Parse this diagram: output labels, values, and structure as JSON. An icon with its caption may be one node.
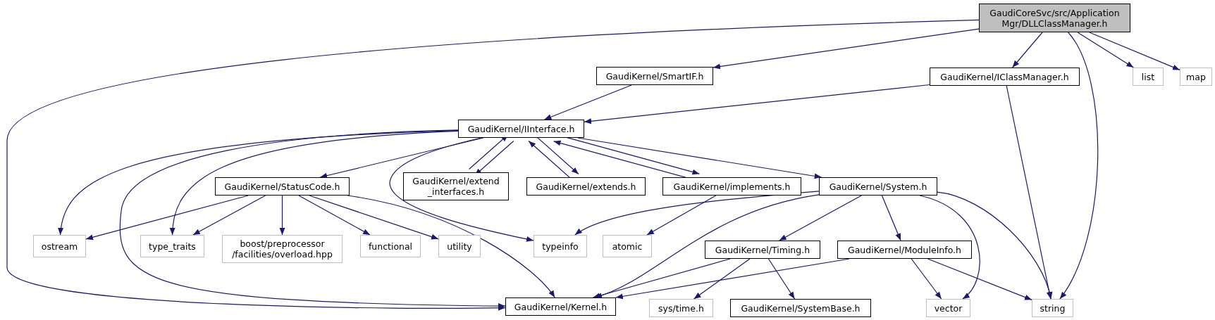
{
  "diagram": {
    "nodes": [
      {
        "text": [
          "GaudiCoreSvc/src/Application Mgr/DLLClassManager.h"
        ]
      },
      {
        "text": [
          "GaudiKernel/SmartIF.h"
        ]
      },
      {
        "text": [
          "GaudiKernel/IClassManager.h"
        ]
      },
      {
        "text": [
          "list"
        ]
      },
      {
        "text": [
          "map"
        ]
      },
      {
        "text": [
          "GaudiKernel/IInterface.h"
        ]
      },
      {
        "text": [
          "GaudiKernel/StatusCode.h"
        ]
      },
      {
        "text": [
          "GaudiKernel/extend _interfaces.h"
        ]
      },
      {
        "text": [
          "GaudiKernel/extends.h"
        ]
      },
      {
        "text": [
          "GaudiKernel/implements.h"
        ]
      },
      {
        "text": [
          "GaudiKernel/System.h"
        ]
      },
      {
        "text": [
          "ostream"
        ]
      },
      {
        "text": [
          "type_traits"
        ]
      },
      {
        "text": [
          "boost/preprocessor /facilities/overload.hpp"
        ]
      },
      {
        "text": [
          "functional"
        ]
      },
      {
        "text": [
          "utility"
        ]
      },
      {
        "text": [
          "typeinfo"
        ]
      },
      {
        "text": [
          "atomic"
        ]
      },
      {
        "text": [
          "GaudiKernel/Timing.h"
        ]
      },
      {
        "text": [
          "GaudiKernel/ModuleInfo.h"
        ]
      },
      {
        "text": [
          "GaudiKernel/Kernel.h"
        ]
      },
      {
        "text": [
          "sys/time.h"
        ]
      },
      {
        "text": [
          "GaudiKernel/SystemBase.h"
        ]
      },
      {
        "text": [
          "vector"
        ]
      },
      {
        "text": [
          "string"
        ]
      }
    ],
    "edges": [
      {
        "from": 0,
        "to": 20,
        "arrow": "to"
      },
      {
        "from": 0,
        "to": 1,
        "arrow": "to"
      },
      {
        "from": 0,
        "to": 2,
        "arrow": "to"
      },
      {
        "from": 0,
        "to": 24,
        "arrow": "to"
      },
      {
        "from": 0,
        "to": 3,
        "arrow": "to"
      },
      {
        "from": 0,
        "to": 4,
        "arrow": "to"
      },
      {
        "from": 1,
        "to": 5,
        "arrow": "to"
      },
      {
        "from": 2,
        "to": 5,
        "arrow": "to"
      },
      {
        "from": 2,
        "to": 24,
        "arrow": "to"
      },
      {
        "from": 5,
        "to": 11,
        "arrow": "to"
      },
      {
        "from": 5,
        "to": 12,
        "arrow": "to"
      },
      {
        "from": 5,
        "to": 20,
        "arrow": "to"
      },
      {
        "from": 5,
        "to": 6,
        "arrow": "to"
      },
      {
        "from": 5,
        "to": 16,
        "arrow": "to"
      },
      {
        "from": 5,
        "to": 7,
        "arrow": "to"
      },
      {
        "from": 7,
        "to": 5,
        "arrow": "to"
      },
      {
        "from": 5,
        "to": 8,
        "arrow": "to"
      },
      {
        "from": 8,
        "to": 5,
        "arrow": "to"
      },
      {
        "from": 5,
        "to": 9,
        "arrow": "to"
      },
      {
        "from": 9,
        "to": 5,
        "arrow": "to"
      },
      {
        "from": 5,
        "to": 10,
        "arrow": "to"
      },
      {
        "from": 6,
        "to": 11,
        "arrow": "to"
      },
      {
        "from": 6,
        "to": 12,
        "arrow": "to"
      },
      {
        "from": 6,
        "to": 13,
        "arrow": "to"
      },
      {
        "from": 6,
        "to": 14,
        "arrow": "to"
      },
      {
        "from": 6,
        "to": 15,
        "arrow": "to"
      },
      {
        "from": 6,
        "to": 20,
        "arrow": "to"
      },
      {
        "from": 9,
        "to": 17,
        "arrow": "to"
      },
      {
        "from": 10,
        "to": 16,
        "arrow": "to"
      },
      {
        "from": 10,
        "to": 20,
        "arrow": "to"
      },
      {
        "from": 10,
        "to": 18,
        "arrow": "to"
      },
      {
        "from": 10,
        "to": 19,
        "arrow": "to"
      },
      {
        "from": 10,
        "to": 23,
        "arrow": "to"
      },
      {
        "from": 10,
        "to": 24,
        "arrow": "to"
      },
      {
        "from": 18,
        "to": 20,
        "arrow": "to"
      },
      {
        "from": 18,
        "to": 21,
        "arrow": "to"
      },
      {
        "from": 18,
        "to": 22,
        "arrow": "to"
      },
      {
        "from": 19,
        "to": 20,
        "arrow": "to"
      },
      {
        "from": 19,
        "to": 23,
        "arrow": "to"
      },
      {
        "from": 19,
        "to": 24,
        "arrow": "to"
      }
    ]
  }
}
